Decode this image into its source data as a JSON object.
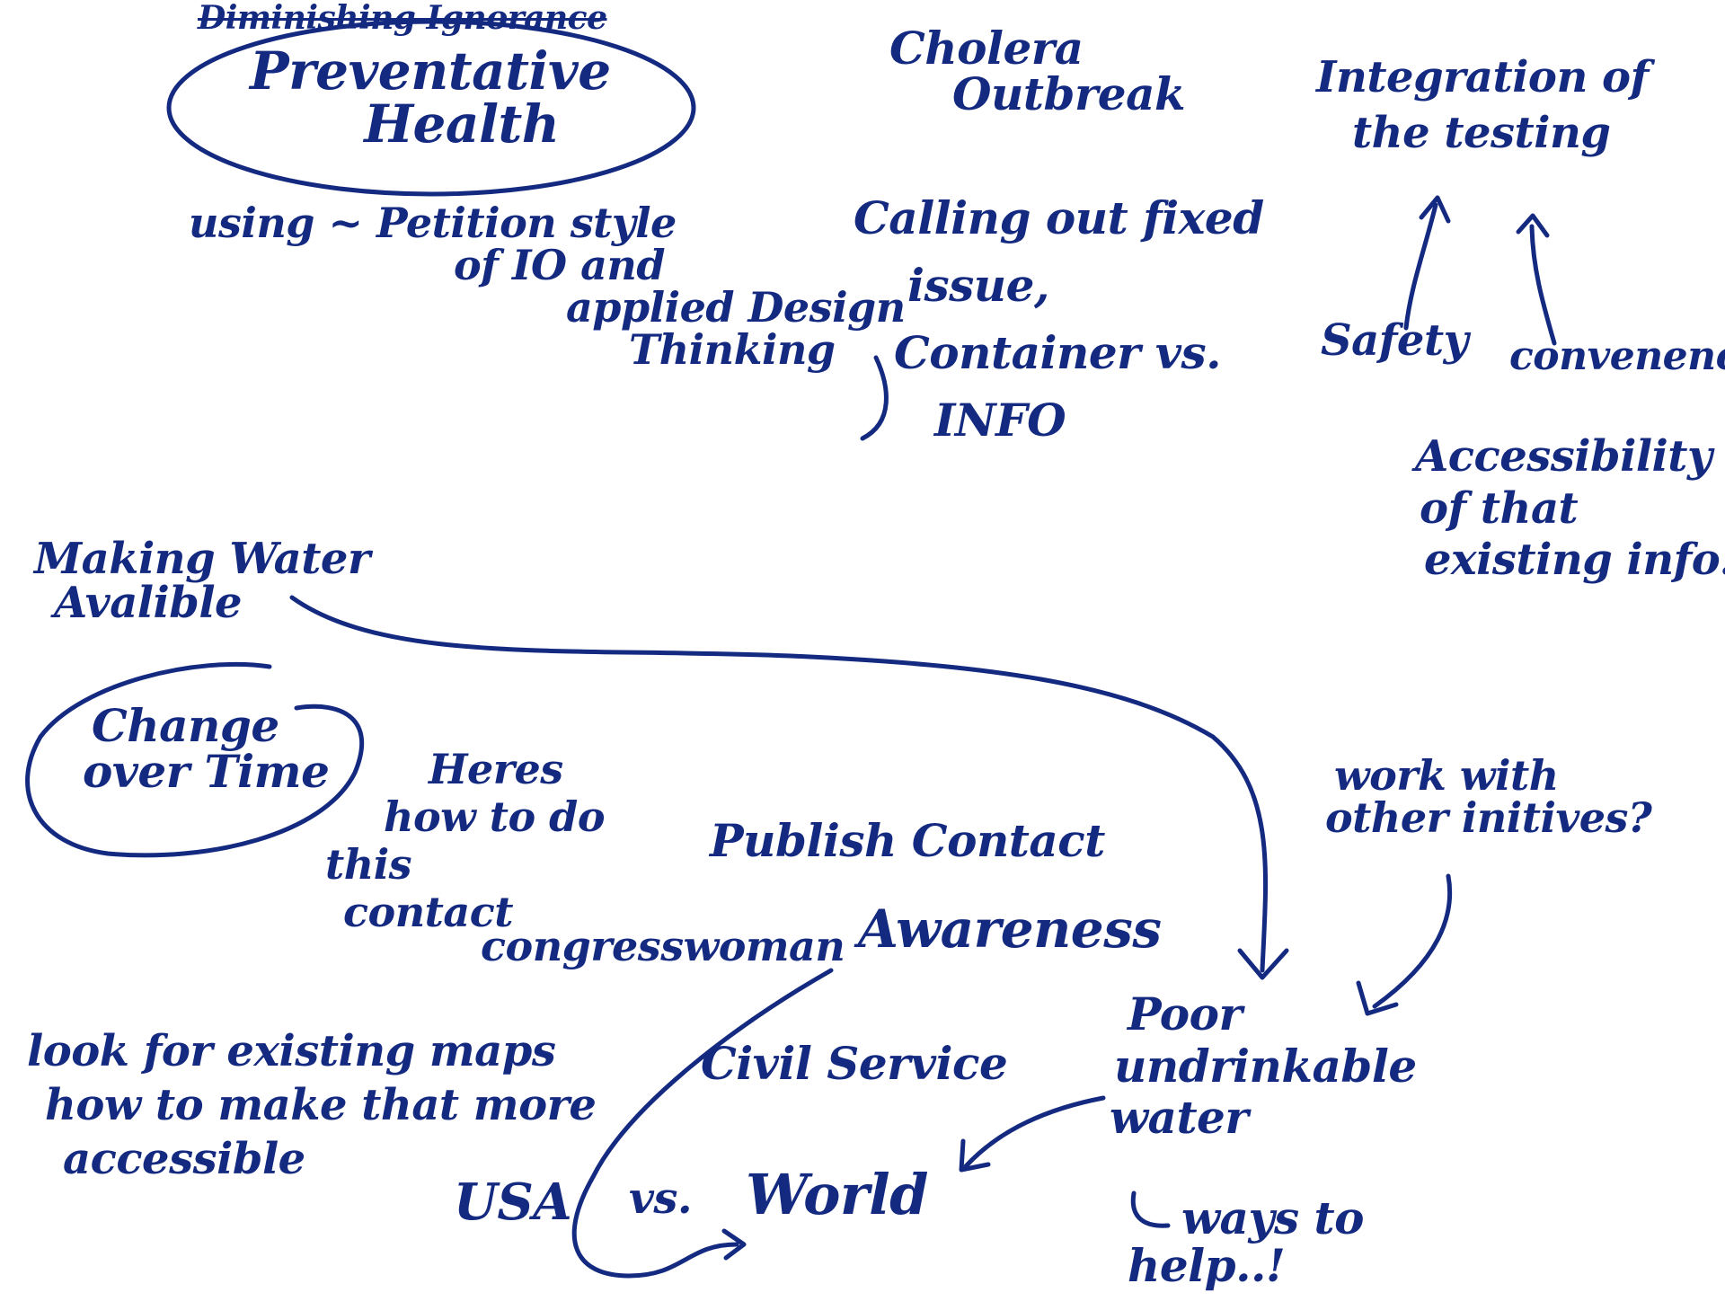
{
  "ink_color": "#142a80",
  "notes": {
    "crossed_out": "Diminishing Ignorance",
    "preventative_line1": "Preventative",
    "preventative_line2": "Health",
    "petition_line1": "using ~ Petition style",
    "petition_line2": "of IO and",
    "petition_line3": "applied Design",
    "petition_line4": "Thinking",
    "cholera_line1": "Cholera",
    "cholera_line2": "Outbreak",
    "calling_line1": "Calling out fixed",
    "calling_line2": "issue,",
    "calling_line3": "Container vs.",
    "calling_line4": "INFO",
    "integration_line1": "Integration of",
    "integration_line2": "the testing",
    "safety": "Safety",
    "convenience": "convenence",
    "accessibility_line1": "Accessibility",
    "accessibility_line2": "of that",
    "accessibility_line3": "existing info.",
    "water_line1": "Making Water",
    "water_line2": "Avalible",
    "change_line1": "Change",
    "change_line2": "over Time",
    "heres_line1": "Heres",
    "heres_line2": "how to do",
    "heres_line3": "this",
    "heres_line4": "contact",
    "congresswoman": "congresswoman",
    "publish": "Publish Contact",
    "awareness": "Awareness",
    "work_line1": "work with",
    "work_line2": "other initives?",
    "look_line1": "look for existing maps",
    "look_line2": "how to make that more",
    "look_line3": "accessible",
    "civil": "Civil Service",
    "usa": "USA",
    "vs": "vs.",
    "world": "World",
    "poor_line1": "Poor",
    "poor_line2": "undrinkable",
    "poor_line3": "water",
    "ways_line1": "ways to",
    "ways_line2": "help..!"
  }
}
